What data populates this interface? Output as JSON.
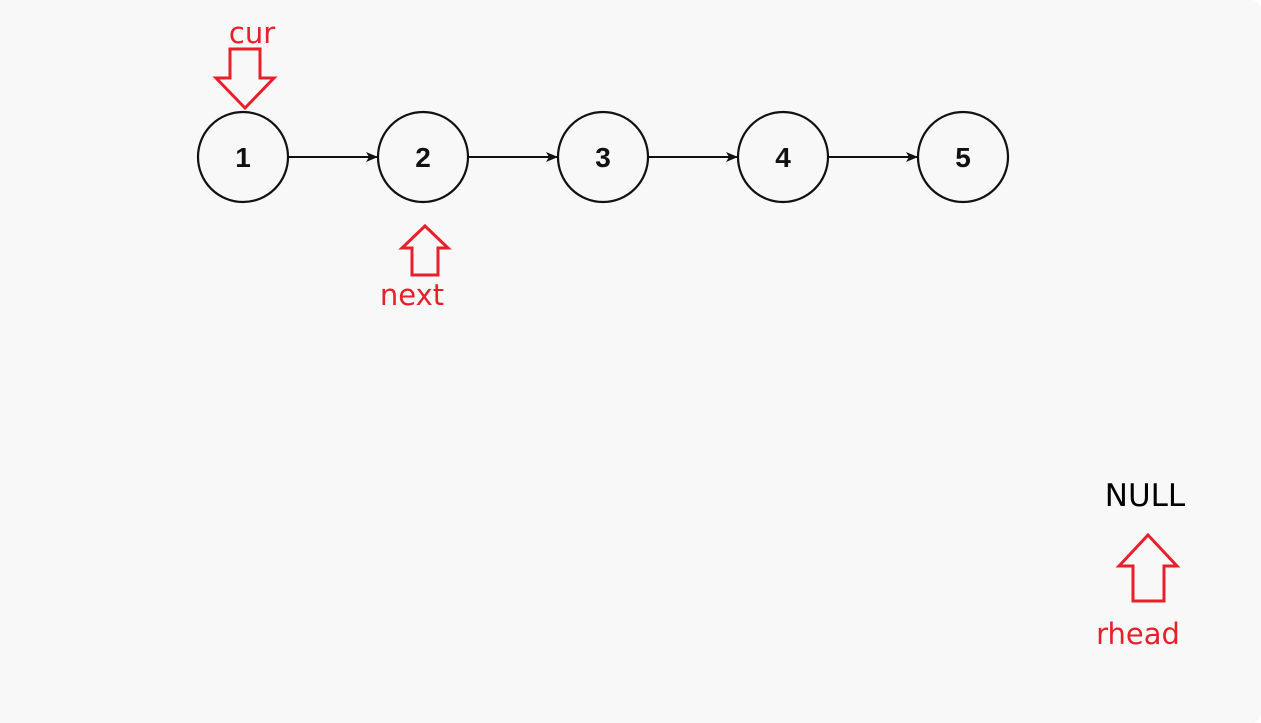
{
  "diagram": {
    "nodes": [
      {
        "label": "1"
      },
      {
        "label": "2"
      },
      {
        "label": "3"
      },
      {
        "label": "4"
      },
      {
        "label": "5"
      }
    ],
    "pointers": {
      "cur": {
        "label": "cur",
        "points_to": "1",
        "direction": "down"
      },
      "next": {
        "label": "next",
        "points_to": "2",
        "direction": "up"
      },
      "rhead": {
        "label": "rhead",
        "points_to": "NULL",
        "direction": "up"
      }
    },
    "null_label": "NULL",
    "colors": {
      "pointer": "#e8202a",
      "node_stroke": "#111111",
      "edge": "#111111",
      "background": "#f8f8f8"
    }
  }
}
